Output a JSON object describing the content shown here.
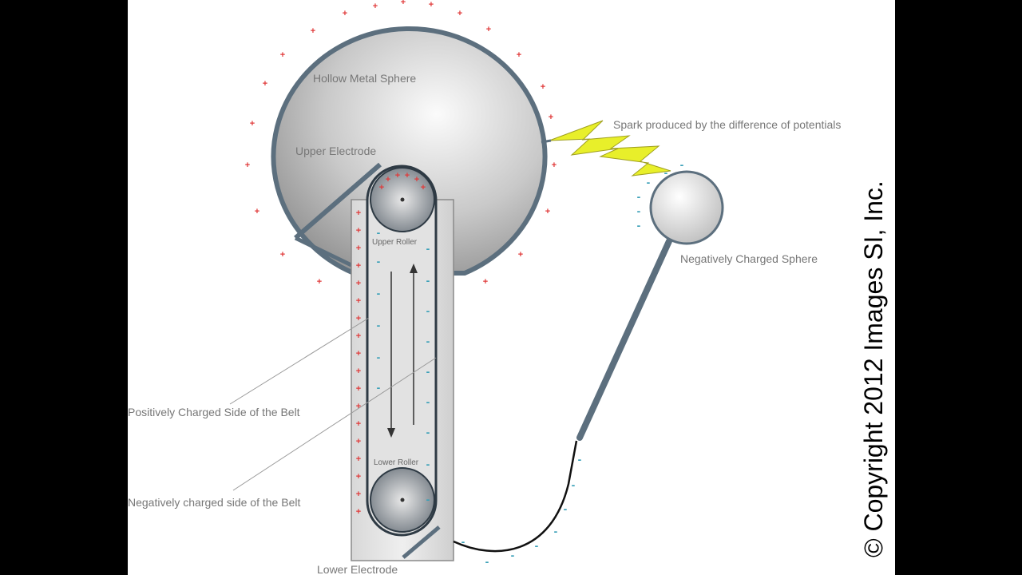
{
  "labels": {
    "hollow_sphere": "Hollow Metal Sphere",
    "upper_electrode": "Upper Electrode",
    "upper_roller": "Upper Roller",
    "lower_roller": "Lower Roller",
    "spark": "Spark produced by the difference of potentials",
    "negative_sphere": "Negatively Charged Sphere",
    "positive_belt_side": "Positively Charged Side of the Belt",
    "negative_belt_side": "Negatively charged side of the Belt",
    "lower_electrode": "Lower Electrode"
  },
  "copyright": "© Copyright 2012 Images SI, Inc.",
  "charge_symbols": {
    "positive": "+",
    "negative": "-"
  },
  "colors": {
    "positive": "#e03a3a",
    "negative": "#3aa0b8",
    "metal_outline": "#5c6f7e",
    "spark": "#e8ef2a"
  }
}
